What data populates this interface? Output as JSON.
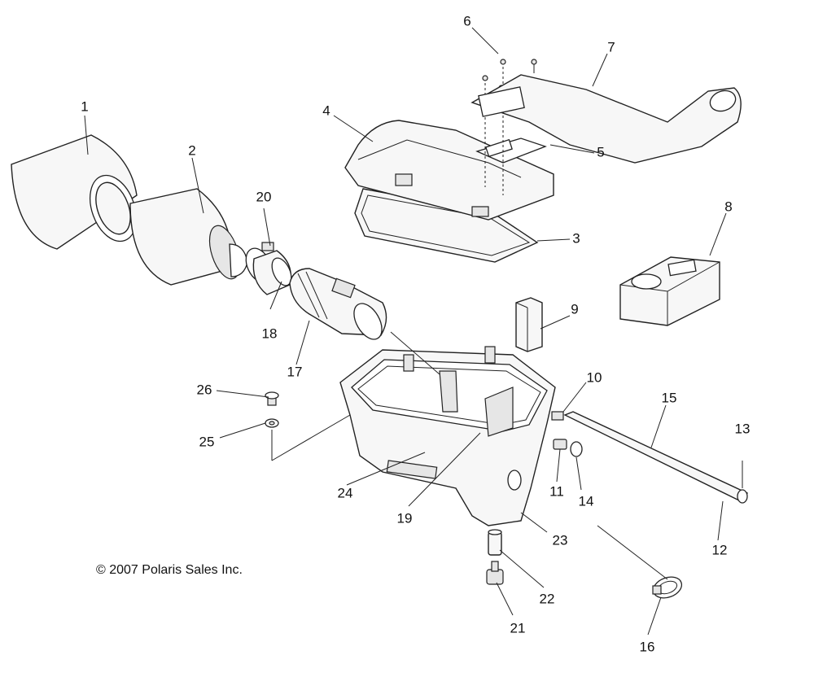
{
  "diagram": {
    "copyright": "© 2007 Polaris Sales Inc.",
    "callouts": [
      {
        "id": "1",
        "label": "1"
      },
      {
        "id": "2",
        "label": "2"
      },
      {
        "id": "3",
        "label": "3"
      },
      {
        "id": "4",
        "label": "4"
      },
      {
        "id": "5",
        "label": "5"
      },
      {
        "id": "6",
        "label": "6"
      },
      {
        "id": "7",
        "label": "7"
      },
      {
        "id": "8",
        "label": "8"
      },
      {
        "id": "9",
        "label": "9"
      },
      {
        "id": "10",
        "label": "10"
      },
      {
        "id": "11",
        "label": "11"
      },
      {
        "id": "12",
        "label": "12"
      },
      {
        "id": "13",
        "label": "13"
      },
      {
        "id": "14",
        "label": "14"
      },
      {
        "id": "15",
        "label": "15"
      },
      {
        "id": "16",
        "label": "16"
      },
      {
        "id": "17",
        "label": "17"
      },
      {
        "id": "18",
        "label": "18"
      },
      {
        "id": "19",
        "label": "19"
      },
      {
        "id": "20",
        "label": "20"
      },
      {
        "id": "21",
        "label": "21"
      },
      {
        "id": "22",
        "label": "22"
      },
      {
        "id": "23",
        "label": "23"
      },
      {
        "id": "24",
        "label": "24"
      },
      {
        "id": "25",
        "label": "25"
      },
      {
        "id": "26",
        "label": "26"
      }
    ]
  }
}
